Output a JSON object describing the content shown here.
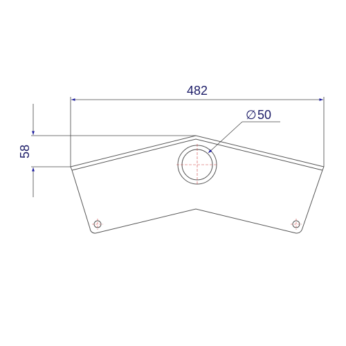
{
  "dimensions": {
    "width_label": "482",
    "height_label": "58",
    "hole_diameter_label": "50",
    "diameter_symbol": "∅"
  },
  "colors": {
    "outline": "#555555",
    "dimension_line": "#444444",
    "dimension_text": "#1a1a66",
    "arrow": "#1a1aa0",
    "centerline": "#d04040"
  }
}
